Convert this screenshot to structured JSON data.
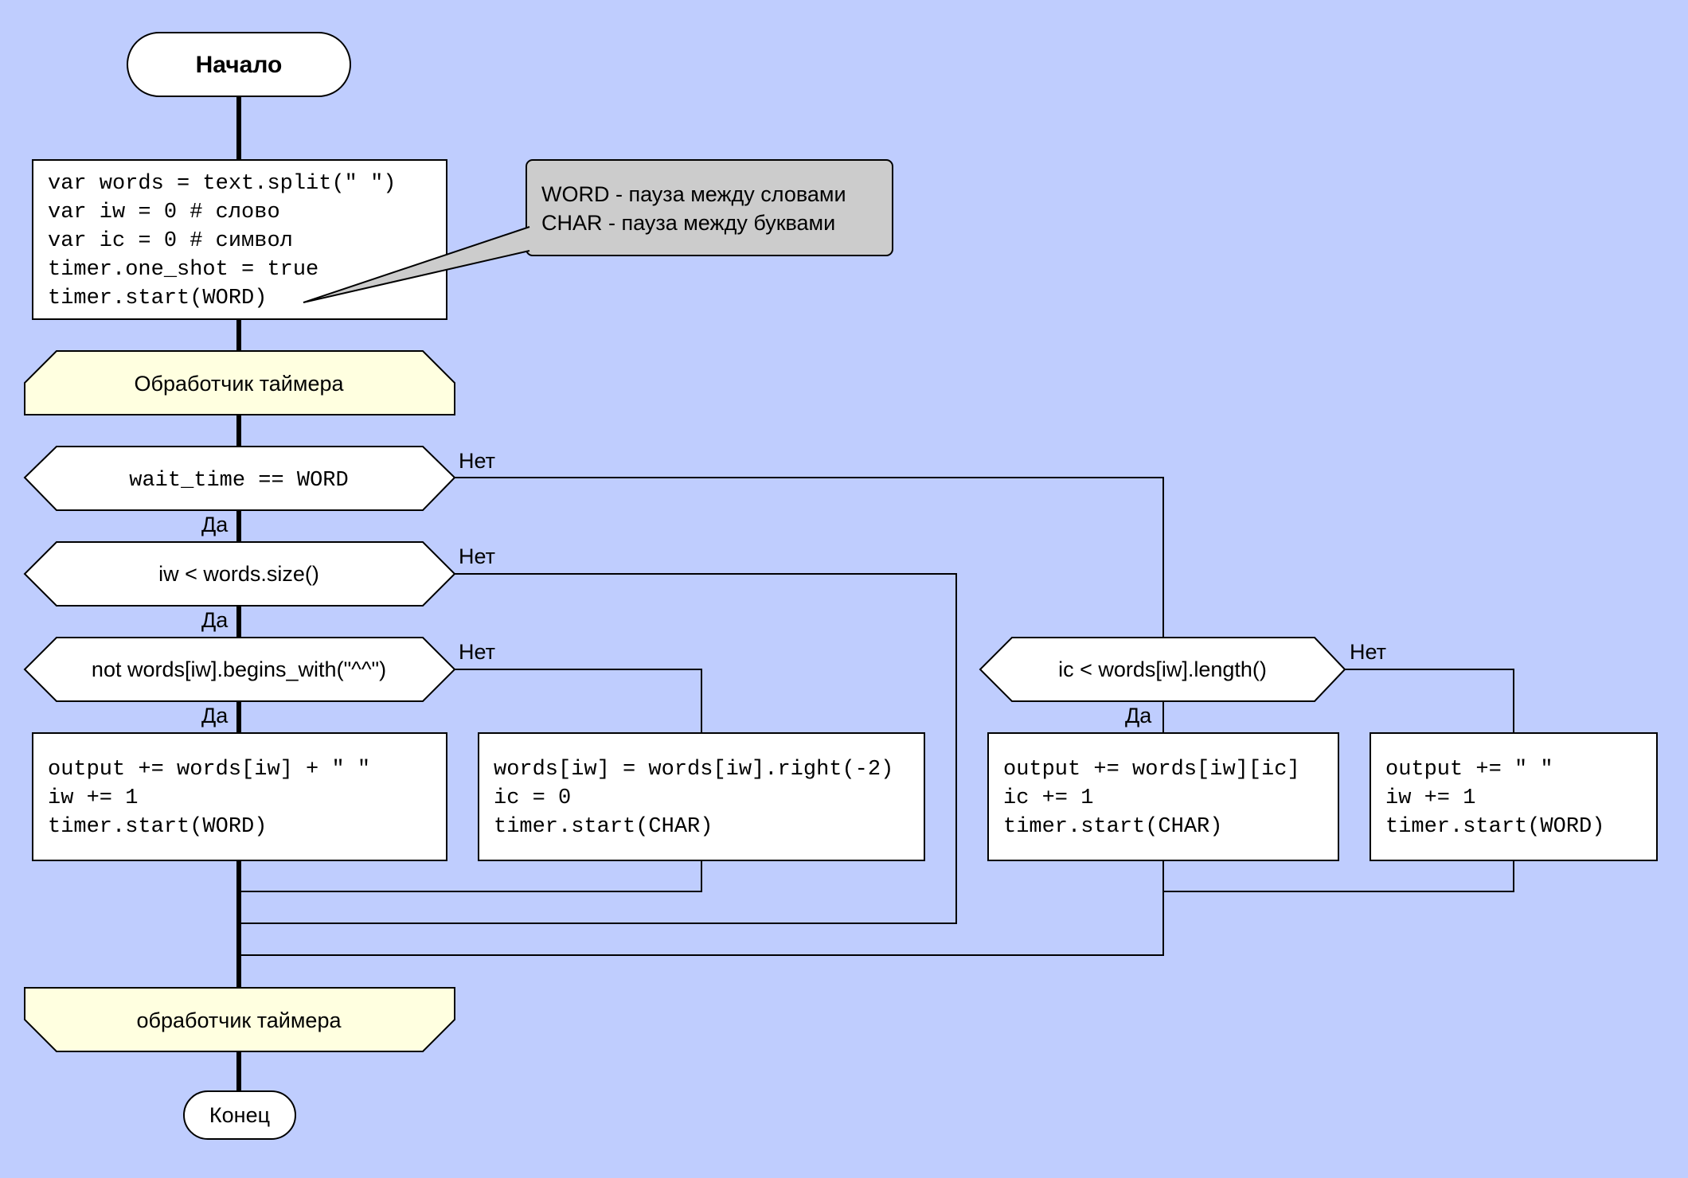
{
  "start": "Начало",
  "end": "Конец",
  "init": {
    "lines": [
      "var words = text.split(\" \")",
      "var iw = 0 # слово",
      "var ic = 0 # символ",
      "timer.one_shot = true",
      "timer.start(WORD)"
    ]
  },
  "comment": {
    "lines": [
      "WORD - пауза между словами",
      "CHAR - пауза между буквами"
    ]
  },
  "loop_begin": "Обработчик таймера",
  "loop_end": "обработчик таймера",
  "cond_wait": "wait_time == WORD",
  "cond_iw": "iw < words.size()",
  "cond_begins": "not words[iw].begins_with(\"^^\")",
  "cond_ic": "ic < words[iw].length()",
  "yes": "Да",
  "no": "Нет",
  "proc_output_word": {
    "lines": [
      "output += words[iw] + \" \"",
      "iw += 1",
      "timer.start(WORD)"
    ]
  },
  "proc_strip_prefix": {
    "lines": [
      "words[iw] = words[iw].right(-2)",
      "ic = 0",
      "timer.start(CHAR)"
    ]
  },
  "proc_output_char": {
    "lines": [
      "output += words[iw][ic]",
      "ic += 1",
      "timer.start(CHAR)"
    ]
  },
  "proc_output_space": {
    "lines": [
      "output += \" \"",
      "iw += 1",
      "timer.start(WORD)"
    ]
  },
  "colors": {
    "background": "#bfcdfe",
    "block_fill": "#ffffff",
    "loop_fill": "#ffffe0",
    "comment_fill": "#cccccc",
    "stroke": "#000000"
  }
}
